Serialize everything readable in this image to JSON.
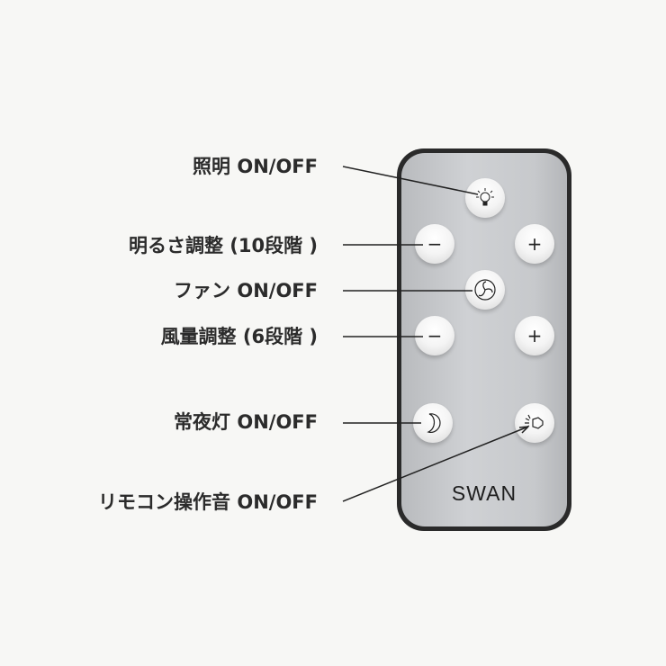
{
  "labels": {
    "light": "照明 ON/OFF",
    "brightness": "明るさ調整 (10段階 )",
    "fan": "ファン ON/OFF",
    "fan_speed": "風量調整 (6段階 )",
    "night_light": "常夜灯 ON/OFF",
    "beep": "リモコン操作音 ON/OFF"
  },
  "remote": {
    "brand": "SWAN",
    "buttons": {
      "minus": "−",
      "plus": "+"
    }
  },
  "colors": {
    "background": "#f7f7f5",
    "remote_body": "#2a2a2a",
    "remote_face": "#c7c9cc"
  }
}
